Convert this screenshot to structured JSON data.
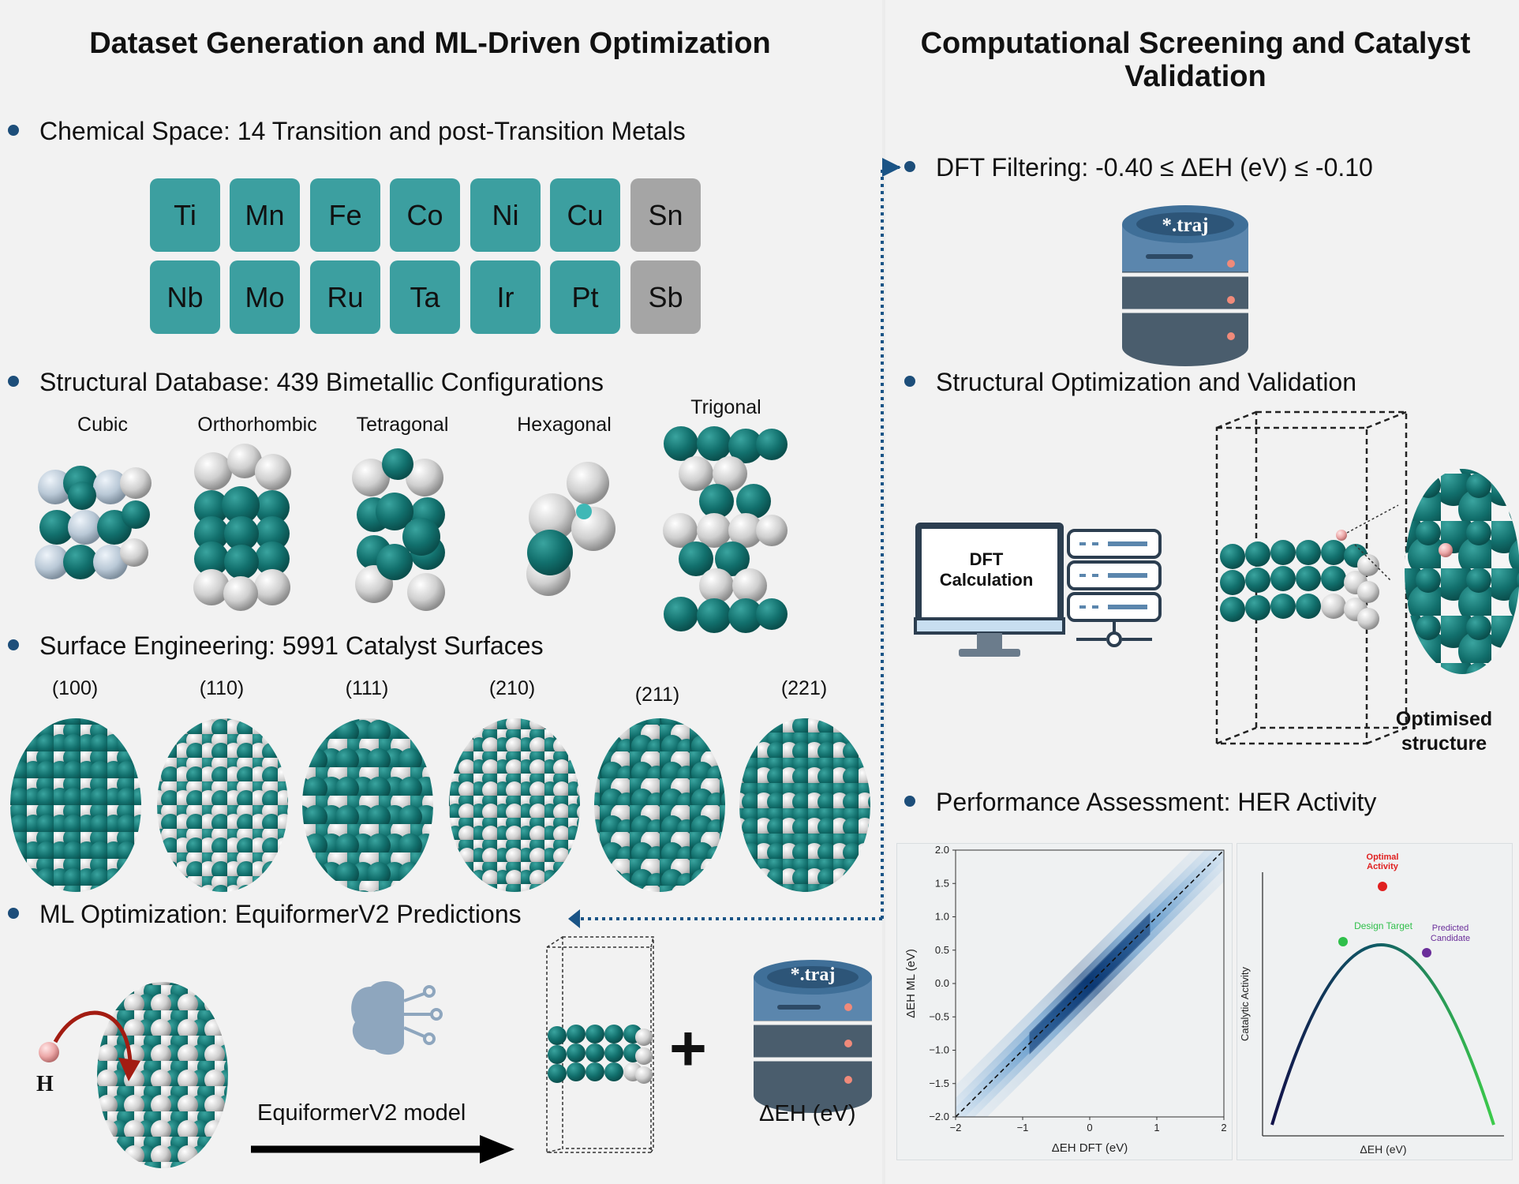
{
  "left_panel": {
    "title": "Dataset Generation and ML-Driven Optimization",
    "chemical_space": "Chemical Space: 14 Transition and post-Transition Metals",
    "elements": [
      "Ti",
      "Mn",
      "Fe",
      "Co",
      "Ni",
      "Cu",
      "Sn",
      "Nb",
      "Mo",
      "Ru",
      "Ta",
      "Ir",
      "Pt",
      "Sb"
    ],
    "structural_db": "Structural Database: 439 Bimetallic Configurations",
    "lattices": [
      "Cubic",
      "Orthorhombic",
      "Tetragonal",
      "Hexagonal",
      "Trigonal"
    ],
    "surface_eng": "Surface Engineering: 5991 Catalyst Surfaces",
    "facets": [
      "(100)",
      "(110)",
      "(111)",
      "(210)",
      "(211)",
      "(221)"
    ],
    "ml_opt": "ML Optimization: EquiformerV2 Predictions",
    "adsorbate": "H",
    "model_label": "EquiformerV2 model",
    "plus": "+",
    "db_label": "*.traj",
    "energy_label": "ΔEH (eV)"
  },
  "right_panel": {
    "title": "Computational Screening and Catalyst Validation",
    "dft_filter": "DFT Filtering: -0.40 ≤ ΔEH (eV) ≤ -0.10",
    "db_label": "*.traj",
    "struct_opt": "Structural Optimization and Validation",
    "dft_calc": "DFT Calculation",
    "optimised": "Optimised structure",
    "performance": "Performance Assessment: HER Activity"
  },
  "chart_data": [
    {
      "type": "scatter",
      "xlabel": "ΔEH DFT (eV)",
      "ylabel": "ΔEH ML (eV)",
      "xlim": [
        -2,
        2
      ],
      "ylim": [
        -2.0,
        2.0
      ],
      "xticks": [
        "−2",
        "−1",
        "0",
        "1",
        "2"
      ],
      "yticks": [
        "2.0",
        "1.5",
        "1.0",
        "0.5",
        "0.0",
        "−0.5",
        "−1.0",
        "−1.5",
        "−2.0"
      ],
      "parity_line": true,
      "density": "concentrated along y = x, densest near 0"
    },
    {
      "type": "line",
      "xlabel": "ΔEH (eV)",
      "ylabel": "Catalytic Activity",
      "annotations": [
        "Optimal Activity",
        "Design Target",
        "Predicted Candidate"
      ],
      "colors": {
        "optimal": "#e02020",
        "design": "#2fbf4a",
        "predicted": "#6a2e9a"
      }
    }
  ]
}
